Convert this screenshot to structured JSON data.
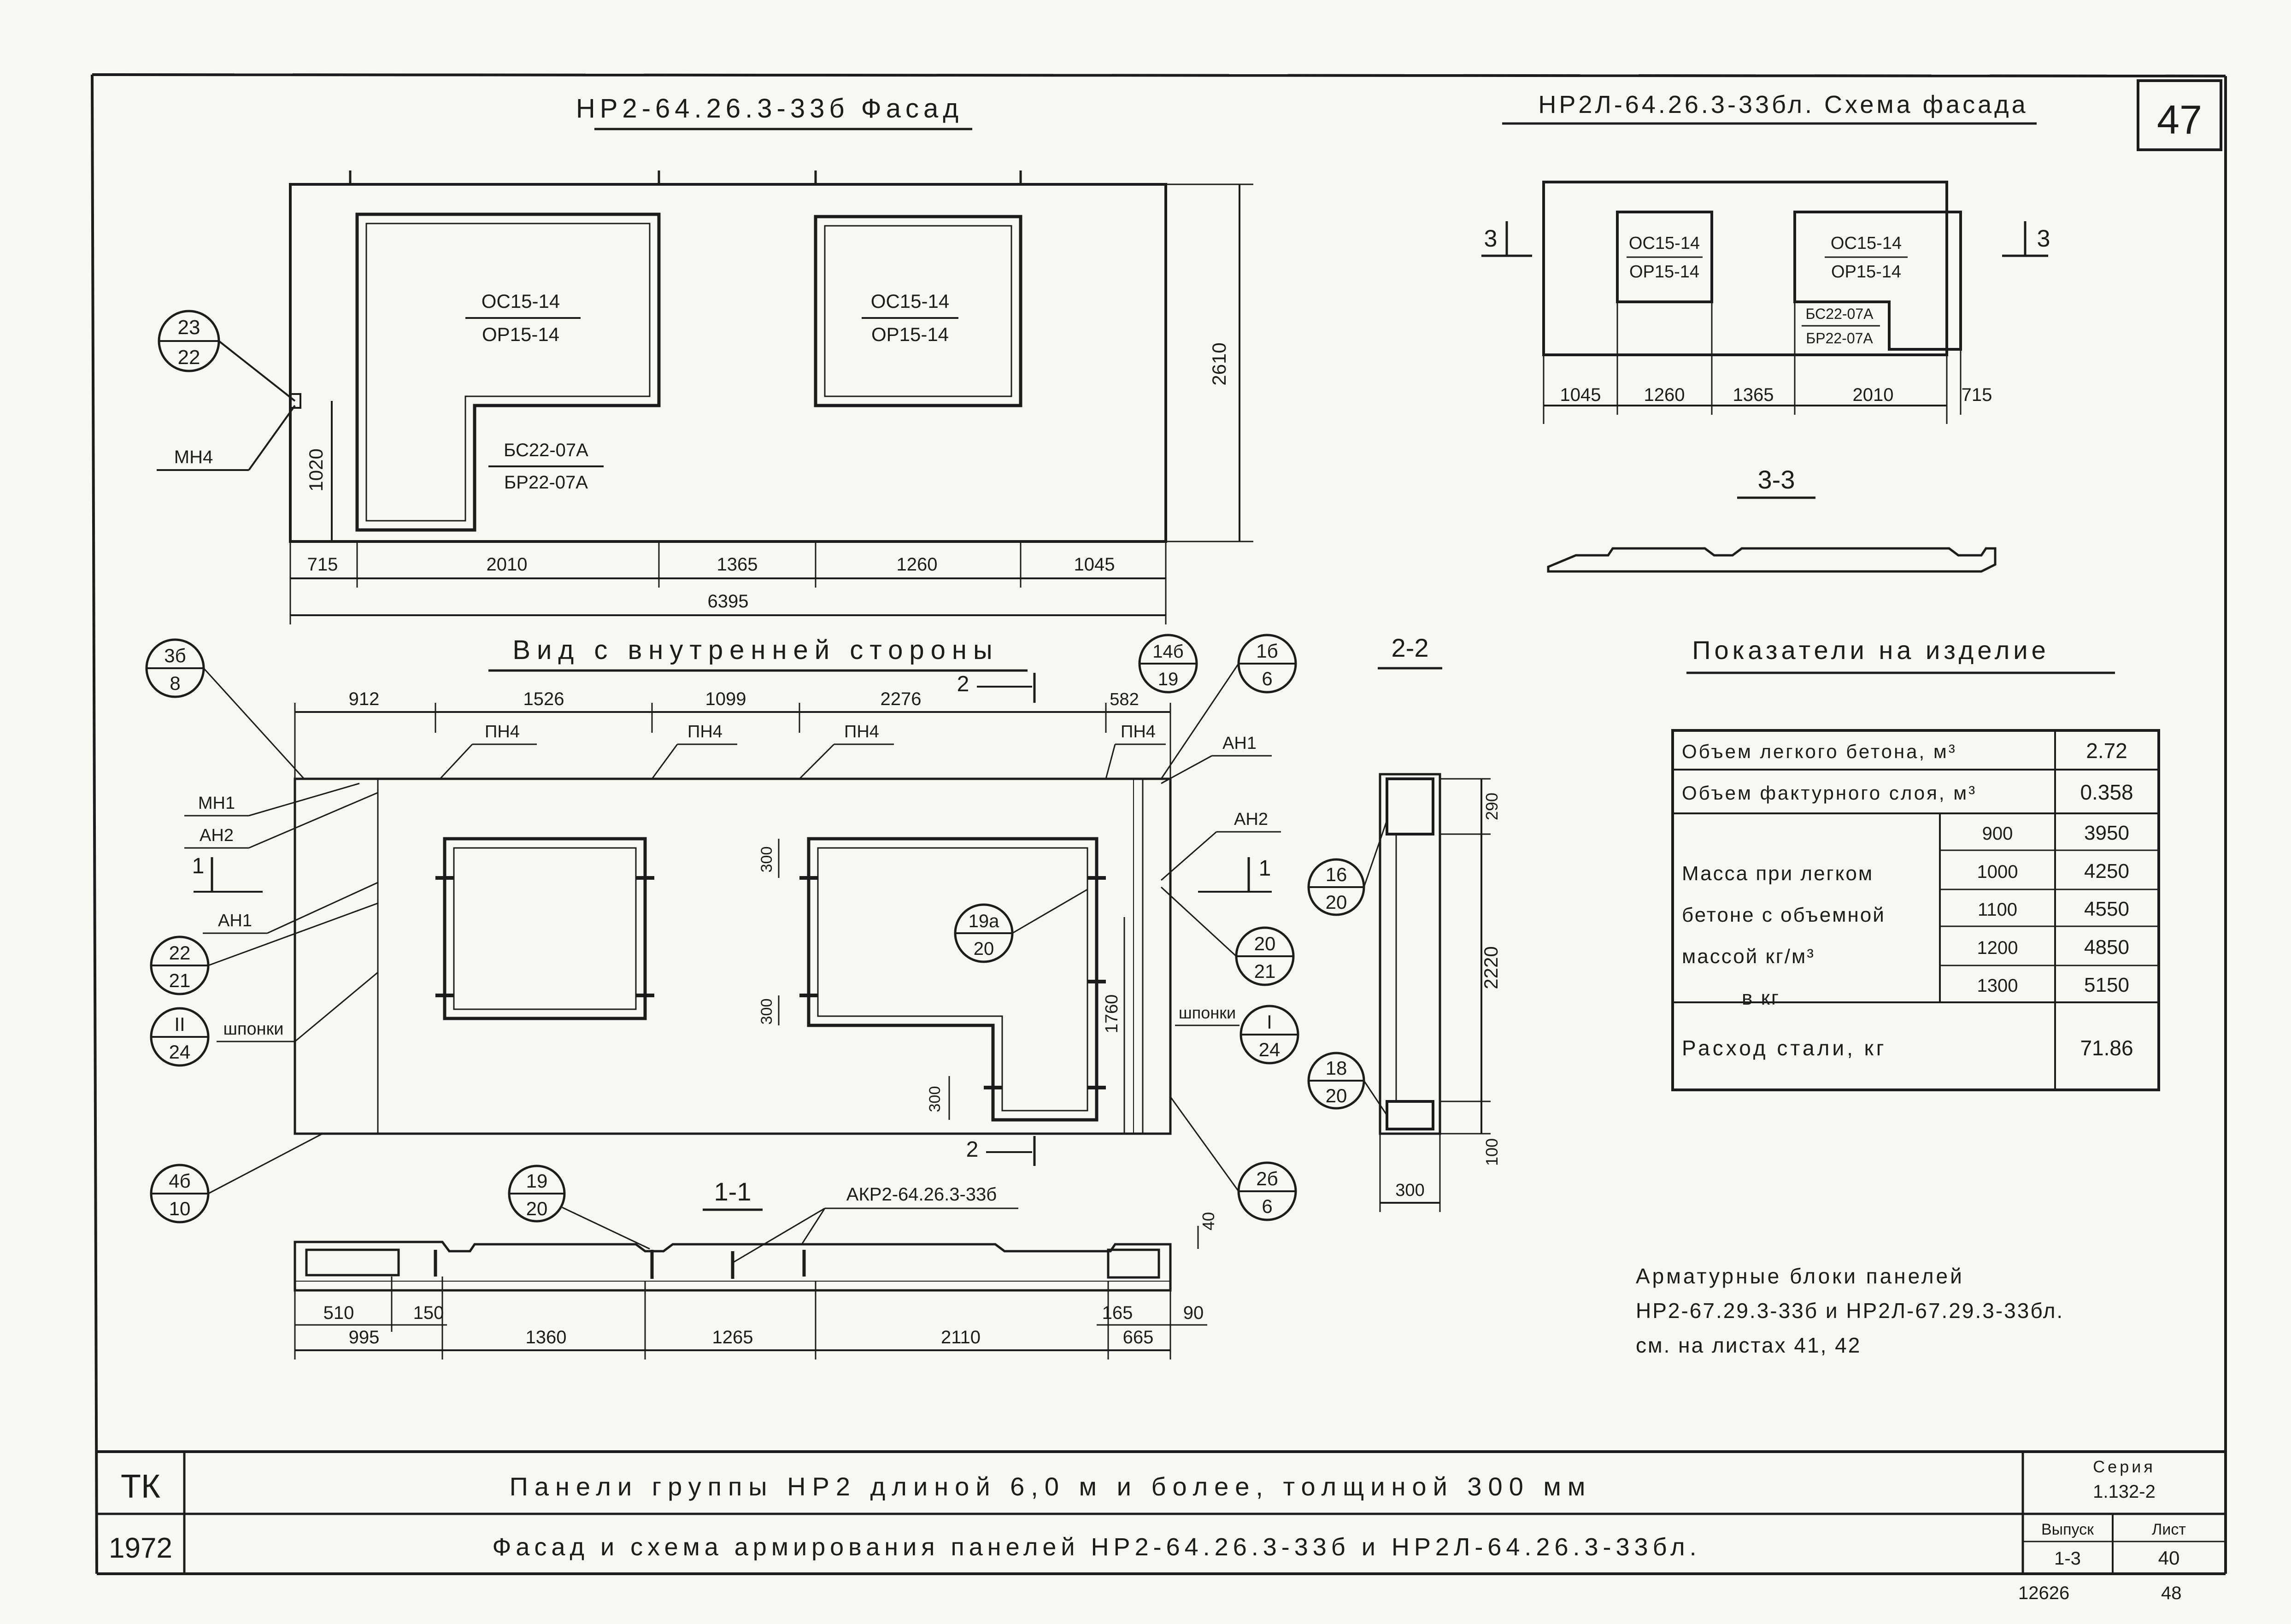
{
  "sheet_number": "47",
  "facade": {
    "title": "НР2-64.26.3-33б Фасад",
    "window1": {
      "top": "ОС15-14",
      "bottom": "ОР15-14"
    },
    "window2": {
      "top": "ОС15-14",
      "bottom": "ОР15-14"
    },
    "door": {
      "top": "БС22-07А",
      "bottom": "БР22-07А"
    },
    "callout_top": "23",
    "callout_bottom": "22",
    "mn4": "МН4",
    "dim_height": "2610",
    "dim_1020": "1020",
    "dims_bottom": [
      "715",
      "2010",
      "1365",
      "1260",
      "1045"
    ],
    "dim_total": "6395"
  },
  "scheme": {
    "title": "НР2Л-64.26.3-33бл. Схема фасада",
    "window_left": {
      "top": "ОС15-14",
      "bottom": "ОР15-14"
    },
    "window_right": {
      "top": "ОС15-14",
      "bottom": "ОР15-14"
    },
    "door": {
      "top": "БС22-07А",
      "bottom": "БР22-07А"
    },
    "cut_label_left": "3",
    "cut_label_right": "3",
    "dims": [
      "1045",
      "1260",
      "1365",
      "2010",
      "715"
    ],
    "section_label": "3-3"
  },
  "inner_view": {
    "title": "Вид с внутренней стороны",
    "dims_top": [
      "912",
      "1526",
      "1099",
      "2276",
      "582"
    ],
    "pn4_labels": [
      "ПН4",
      "ПН4",
      "ПН4",
      "ПН4"
    ],
    "cut2_top": "2",
    "cut2_bottom": "2",
    "callouts": {
      "c1": {
        "top": "3б",
        "bottom": "8"
      },
      "c2": {
        "top": "22",
        "bottom": "21"
      },
      "c3": {
        "top": "II",
        "bottom": "24"
      },
      "c4": {
        "top": "4б",
        "bottom": "10"
      },
      "c5": {
        "top": "14б",
        "bottom": "19"
      },
      "c6": {
        "top": "1б",
        "bottom": "6"
      },
      "c7": {
        "top": "19а",
        "bottom": "20"
      },
      "c8": {
        "top": "20",
        "bottom": "21"
      },
      "c9": {
        "top": "I",
        "bottom": "24"
      },
      "c10": {
        "top": "2б",
        "bottom": "6"
      }
    },
    "labels": {
      "mn1": "МН1",
      "an2_left": "АН2",
      "an1_left": "АН1",
      "cut1_left": "1",
      "shponki_left": "шпонки",
      "an1_right": "АН1",
      "an2_right": "АН2",
      "cut1_right": "1",
      "shponki_right": "шпонки"
    },
    "dim_300_a": "300",
    "dim_300_b": "300",
    "dim_300_c": "300",
    "dim_1760": "1760"
  },
  "section22": {
    "title": "2-2",
    "dim_290": "290",
    "dim_2220": "2220",
    "dim_100": "100",
    "dim_300": "300",
    "callout_a": {
      "top": "16",
      "bottom": "20"
    },
    "callout_b": {
      "top": "18",
      "bottom": "20"
    }
  },
  "section11": {
    "title": "1-1",
    "callout": {
      "top": "19",
      "bottom": "20"
    },
    "label": "АКР2-64.26.3-33б",
    "dim_40": "40",
    "dims_top": [
      "510",
      "150",
      "165",
      "90"
    ],
    "dims_bottom": [
      "995",
      "1360",
      "1265",
      "2110",
      "665"
    ]
  },
  "indicators": {
    "title": "Показатели на изделие",
    "row1": {
      "label": "Объем легкого бетона, м³",
      "value": "2.72"
    },
    "row2": {
      "label": "Объем фактурного слоя, м³",
      "value": "0.358"
    },
    "mass_label": [
      "Масса при легком",
      "бетоне с объемной",
      "массой кг/м³",
      "в кг"
    ],
    "mass_rows": [
      {
        "density": "900",
        "value": "3950"
      },
      {
        "density": "1000",
        "value": "4250"
      },
      {
        "density": "1100",
        "value": "4550"
      },
      {
        "density": "1200",
        "value": "4850"
      },
      {
        "density": "1300",
        "value": "5150"
      }
    ],
    "steel": {
      "label": "Расход стали, кг",
      "value": "71.86"
    }
  },
  "note": [
    "Арматурные блоки панелей",
    "НР2-67.29.3-33б и НР2Л-67.29.3-33бл.",
    "см. на листах 41, 42"
  ],
  "title_block": {
    "org": "ТК",
    "year": "1972",
    "line1": "Панели группы НР2 длиной 6,0 м и более, толщиной 300 мм",
    "line2": "Фасад и схема армирования панелей НР2-64.26.3-33б и НР2Л-64.26.3-33бл.",
    "series_label": "Серия",
    "series_value": "1.132-2",
    "issue_label": "Выпуск",
    "issue_value": "1-3",
    "sheet_label": "Лист",
    "sheet_value": "40"
  },
  "stamp": {
    "archive": "12626",
    "page": "48"
  }
}
